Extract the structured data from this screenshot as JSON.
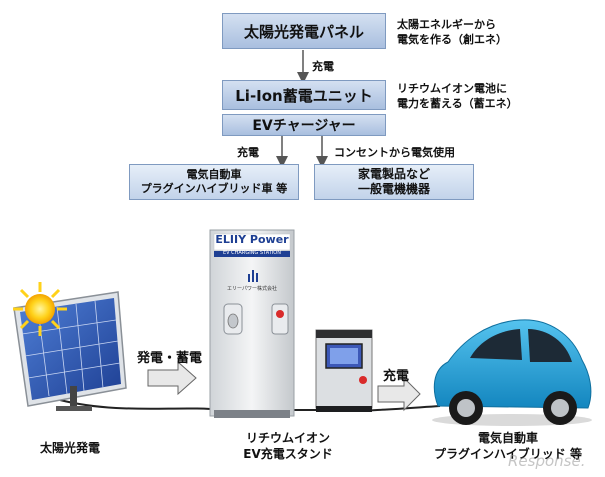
{
  "flow": {
    "solar_panel": {
      "label": "太陽光発電パネル",
      "note_line1": "太陽エネルギーから",
      "note_line2": "電気を作る（創エネ）"
    },
    "charge_label_1": "充電",
    "battery_unit": {
      "label": "Li-Ion蓄電ユニット",
      "note_line1": "リチウムイオン電池に",
      "note_line2": "電力を蓄える（蓄エネ）"
    },
    "ev_charger": {
      "label": "EVチャージャー"
    },
    "charge_label_2": "充電",
    "outlet_label": "コンセントから電気使用",
    "ev_box": {
      "line1": "電気自動車",
      "line2": "プラグインハイブリッド車 等"
    },
    "appliance_box": {
      "line1": "家電製品など",
      "line2": "一般電機機器"
    }
  },
  "illustration": {
    "station_brand": "ELIIY Power",
    "station_sub": "EV CHARGING STATION",
    "station_company": "エリーパワー株式会社",
    "arrow_gen_store": "発電・蓄電",
    "arrow_charge": "充電",
    "caption_solar": "太陽光発電",
    "caption_station_line1": "リチウムイオン",
    "caption_station_line2": "EV充電スタンド",
    "caption_car_line1": "電気自動車",
    "caption_car_line2": "プラグインハイブリッド 等",
    "watermark": "Response."
  },
  "colors": {
    "box_border": "#7f9ac0",
    "box_fill_top": "#d4e0f1",
    "box_fill_bottom": "#a9bfdf",
    "car_body": "#2aa3d8",
    "arrow_fill": "#e8e8e8"
  }
}
